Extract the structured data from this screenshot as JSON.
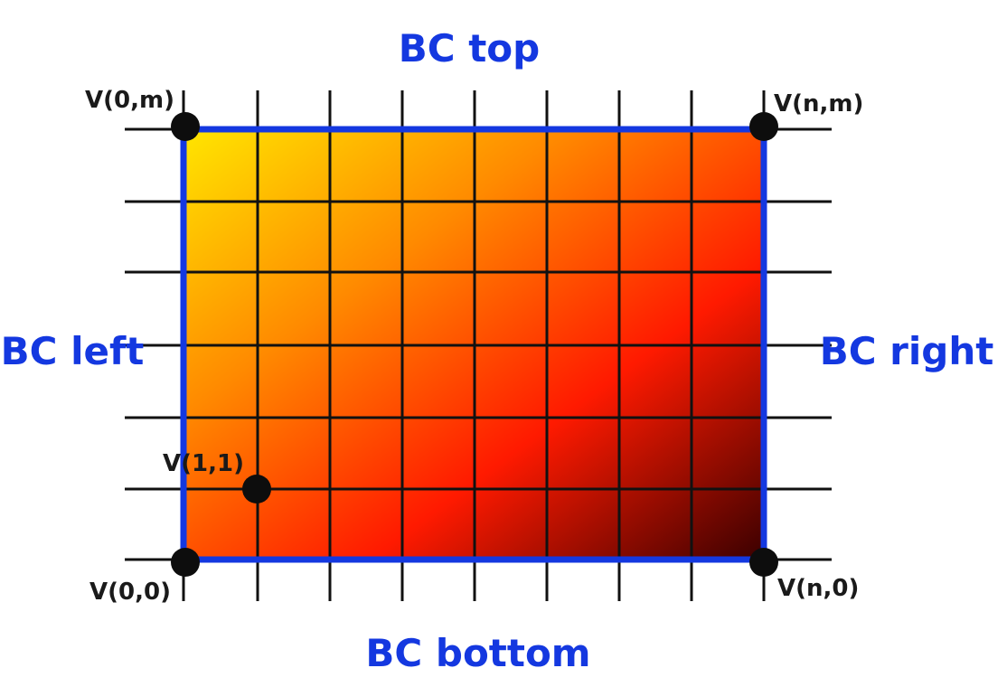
{
  "colors": {
    "boundary": "#1438e0",
    "grid": "#111111",
    "node": "#0d0d0d",
    "heat_cold": "#ffe600",
    "heat_mid": "#ff8a00",
    "heat_hot": "#ff1a00",
    "heat_dark": "#3a0000"
  },
  "boundary_labels": {
    "top": "BC top",
    "left": "BC left",
    "right": "BC right",
    "bottom": "BC bottom"
  },
  "vertex_labels": {
    "top_left": "V(0,m)",
    "top_right": "V(n,m)",
    "bottom_left": "V(0,0)",
    "bottom_right": "V(n,0)",
    "interior": "V(1,1)"
  }
}
